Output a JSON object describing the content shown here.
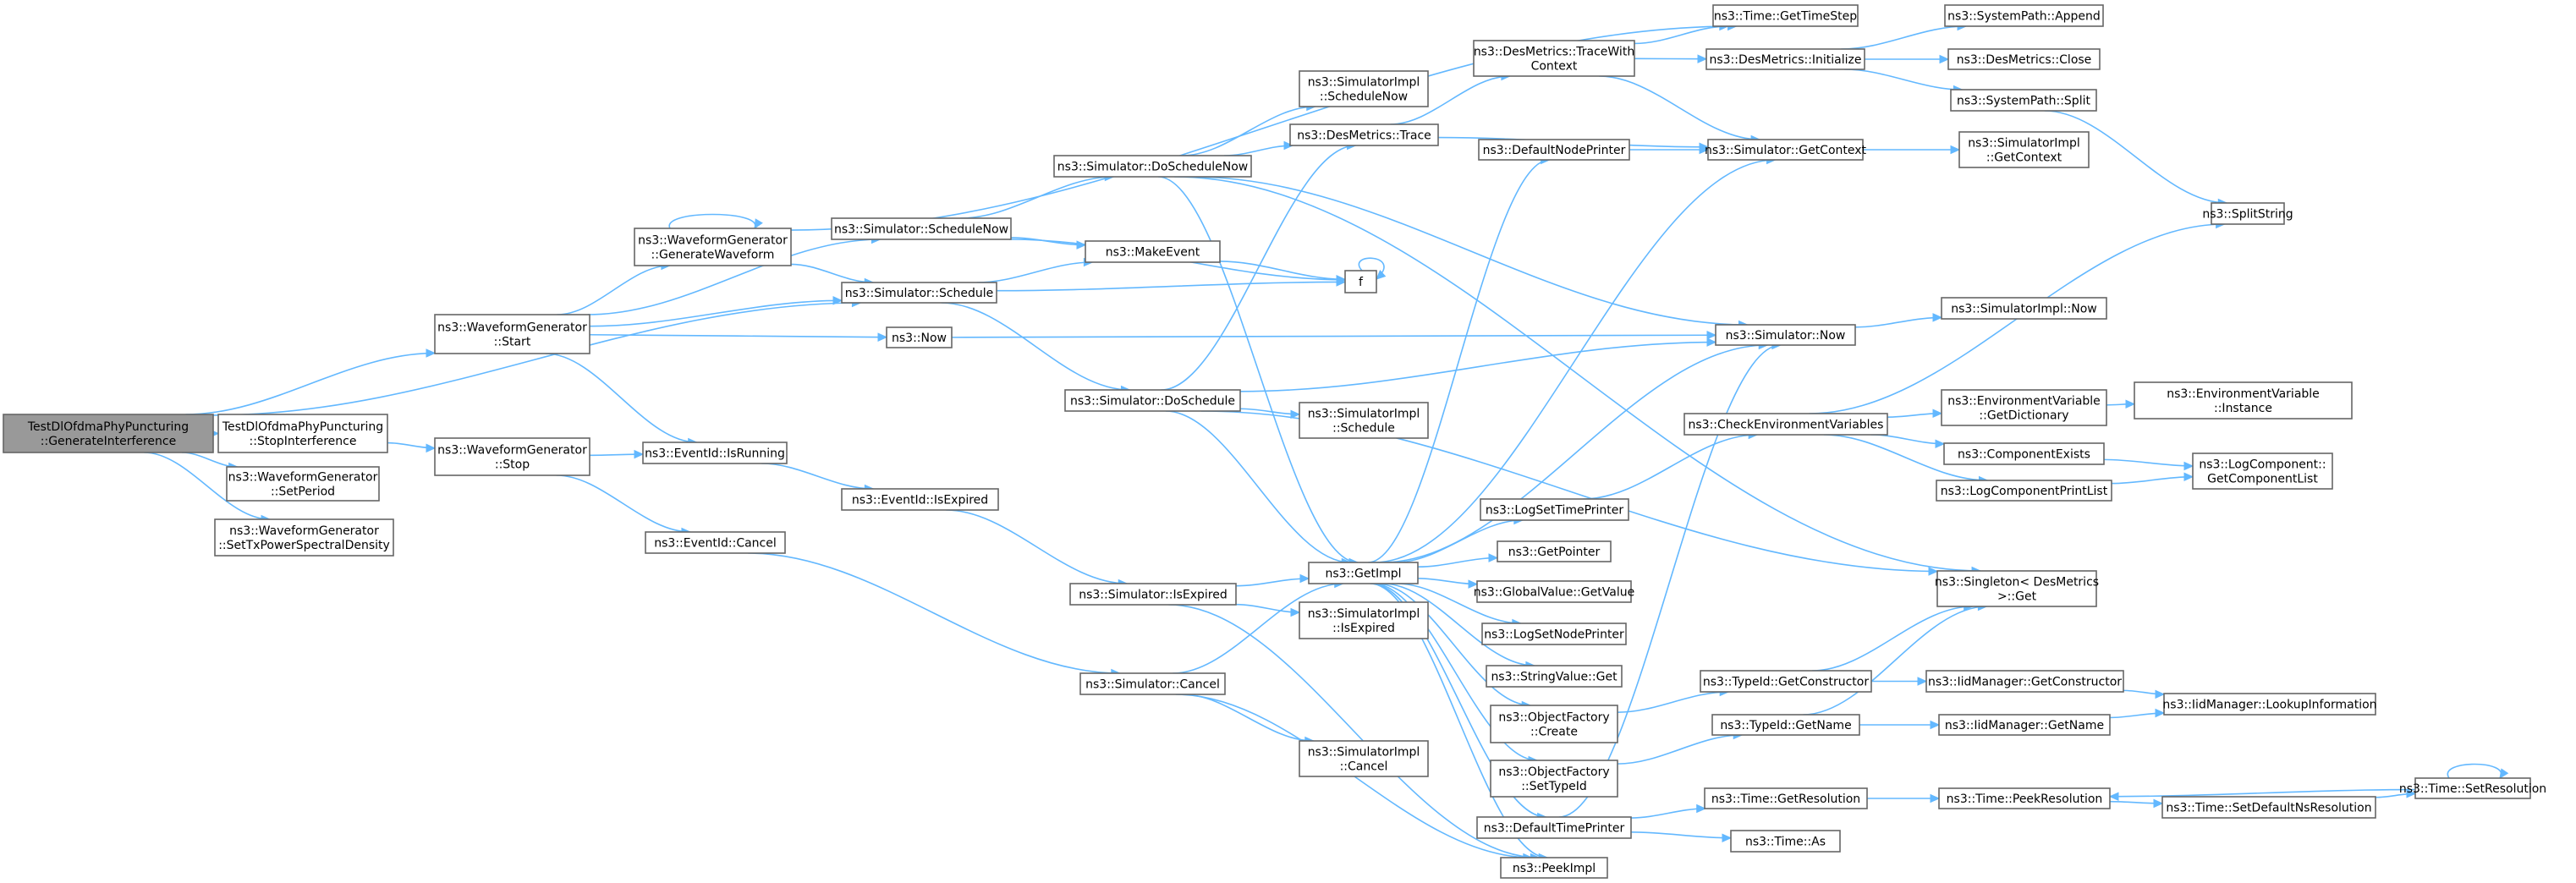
{
  "diagram": {
    "edge_color": "#63b8ff",
    "root_fill": "#999999",
    "node_border": "#666666",
    "nodes": [
      {
        "id": "root",
        "lines": [
          "TestDlOfdmaPhyPuncturing",
          "::GenerateInterference"
        ],
        "root": true
      },
      {
        "id": "wg_start",
        "lines": [
          "ns3::WaveformGenerator",
          "::Start"
        ]
      },
      {
        "id": "stop_int",
        "lines": [
          "TestDlOfdmaPhyPuncturing",
          "::StopInterference"
        ]
      },
      {
        "id": "set_period",
        "lines": [
          "ns3::WaveformGenerator",
          "::SetPeriod"
        ]
      },
      {
        "id": "set_tx",
        "lines": [
          "ns3::WaveformGenerator",
          "::SetTxPowerSpectralDensity"
        ]
      },
      {
        "id": "gen_wave",
        "lines": [
          "ns3::WaveformGenerator",
          "::GenerateWaveform"
        ]
      },
      {
        "id": "sim_sched_now",
        "lines": [
          "ns3::Simulator::ScheduleNow"
        ]
      },
      {
        "id": "sim_schedule",
        "lines": [
          "ns3::Simulator::Schedule"
        ]
      },
      {
        "id": "now",
        "lines": [
          "ns3::Now"
        ]
      },
      {
        "id": "wg_stop",
        "lines": [
          "ns3::WaveformGenerator",
          "::Stop"
        ]
      },
      {
        "id": "eid_running",
        "lines": [
          "ns3::EventId::IsRunning"
        ]
      },
      {
        "id": "eid_cancel",
        "lines": [
          "ns3::EventId::Cancel"
        ]
      },
      {
        "id": "eid_expired",
        "lines": [
          "ns3::EventId::IsExpired"
        ]
      },
      {
        "id": "do_sched_now",
        "lines": [
          "ns3::Simulator::DoScheduleNow"
        ]
      },
      {
        "id": "make_event",
        "lines": [
          "ns3::MakeEvent"
        ]
      },
      {
        "id": "f",
        "lines": [
          "f"
        ]
      },
      {
        "id": "do_schedule",
        "lines": [
          "ns3::Simulator::DoSchedule"
        ]
      },
      {
        "id": "sim_is_expired",
        "lines": [
          "ns3::Simulator::IsExpired"
        ]
      },
      {
        "id": "sim_cancel",
        "lines": [
          "ns3::Simulator::Cancel"
        ]
      },
      {
        "id": "impl_sched_now",
        "lines": [
          "ns3::SimulatorImpl",
          "::ScheduleNow"
        ]
      },
      {
        "id": "des_trace",
        "lines": [
          "ns3::DesMetrics::Trace"
        ]
      },
      {
        "id": "impl_schedule",
        "lines": [
          "ns3::SimulatorImpl",
          "::Schedule"
        ]
      },
      {
        "id": "get_impl",
        "lines": [
          "ns3::GetImpl"
        ]
      },
      {
        "id": "impl_is_expired",
        "lines": [
          "ns3::SimulatorImpl",
          "::IsExpired"
        ]
      },
      {
        "id": "impl_cancel",
        "lines": [
          "ns3::SimulatorImpl",
          "::Cancel"
        ]
      },
      {
        "id": "des_trace_ctx",
        "lines": [
          "ns3::DesMetrics::TraceWith",
          "Context"
        ]
      },
      {
        "id": "default_node_printer",
        "lines": [
          "ns3::DefaultNodePrinter"
        ]
      },
      {
        "id": "log_set_time_printer",
        "lines": [
          "ns3::LogSetTimePrinter"
        ]
      },
      {
        "id": "get_pointer",
        "lines": [
          "ns3::GetPointer"
        ]
      },
      {
        "id": "gv_get_value",
        "lines": [
          "ns3::GlobalValue::GetValue"
        ]
      },
      {
        "id": "log_set_node_printer",
        "lines": [
          "ns3::LogSetNodePrinter"
        ]
      },
      {
        "id": "string_value_get",
        "lines": [
          "ns3::StringValue::Get"
        ]
      },
      {
        "id": "of_create",
        "lines": [
          "ns3::ObjectFactory",
          "::Create"
        ]
      },
      {
        "id": "of_set_type",
        "lines": [
          "ns3::ObjectFactory",
          "::SetTypeId"
        ]
      },
      {
        "id": "default_time_printer",
        "lines": [
          "ns3::DefaultTimePrinter"
        ]
      },
      {
        "id": "peek_impl",
        "lines": [
          "ns3::PeekImpl"
        ]
      },
      {
        "id": "time_get_step",
        "lines": [
          "ns3::Time::GetTimeStep"
        ]
      },
      {
        "id": "des_init",
        "lines": [
          "ns3::DesMetrics::Initialize"
        ]
      },
      {
        "id": "sim_get_context",
        "lines": [
          "ns3::Simulator::GetContext"
        ]
      },
      {
        "id": "sim_now",
        "lines": [
          "ns3::Simulator::Now"
        ]
      },
      {
        "id": "check_env",
        "lines": [
          "ns3::CheckEnvironmentVariables"
        ]
      },
      {
        "id": "singleton_get",
        "lines": [
          "ns3::Singleton< DesMetrics",
          ">::Get"
        ]
      },
      {
        "id": "typeid_get_ctor",
        "lines": [
          "ns3::TypeId::GetConstructor"
        ]
      },
      {
        "id": "typeid_get_name",
        "lines": [
          "ns3::TypeId::GetName"
        ]
      },
      {
        "id": "time_get_res",
        "lines": [
          "ns3::Time::GetResolution"
        ]
      },
      {
        "id": "time_as",
        "lines": [
          "ns3::Time::As"
        ]
      },
      {
        "id": "sp_append",
        "lines": [
          "ns3::SystemPath::Append"
        ]
      },
      {
        "id": "des_close",
        "lines": [
          "ns3::DesMetrics::Close"
        ]
      },
      {
        "id": "sp_split",
        "lines": [
          "ns3::SystemPath::Split"
        ]
      },
      {
        "id": "impl_get_context",
        "lines": [
          "ns3::SimulatorImpl",
          "::GetContext"
        ]
      },
      {
        "id": "impl_now",
        "lines": [
          "ns3::SimulatorImpl::Now"
        ]
      },
      {
        "id": "env_get_dict",
        "lines": [
          "ns3::EnvironmentVariable",
          "::GetDictionary"
        ]
      },
      {
        "id": "comp_exists",
        "lines": [
          "ns3::ComponentExists"
        ]
      },
      {
        "id": "log_comp_print",
        "lines": [
          "ns3::LogComponentPrintList"
        ]
      },
      {
        "id": "iid_get_ctor",
        "lines": [
          "ns3::IidManager::GetConstructor"
        ]
      },
      {
        "id": "iid_get_name",
        "lines": [
          "ns3::IidManager::GetName"
        ]
      },
      {
        "id": "time_peek_res",
        "lines": [
          "ns3::Time::PeekResolution"
        ]
      },
      {
        "id": "time_set_default",
        "lines": [
          "ns3::Time::SetDefaultNsResolution"
        ]
      },
      {
        "id": "split_string",
        "lines": [
          "ns3::SplitString"
        ]
      },
      {
        "id": "env_instance",
        "lines": [
          "ns3::EnvironmentVariable",
          "::Instance"
        ]
      },
      {
        "id": "log_get_comp_list",
        "lines": [
          "ns3::LogComponent::",
          "GetComponentList"
        ]
      },
      {
        "id": "iid_lookup",
        "lines": [
          "ns3::IidManager::LookupInformation"
        ]
      },
      {
        "id": "time_set_res",
        "lines": [
          "ns3::Time::SetResolution"
        ]
      }
    ],
    "edges": [
      [
        "root",
        "wg_start"
      ],
      [
        "root",
        "sim_schedule"
      ],
      [
        "root",
        "stop_int"
      ],
      [
        "root",
        "set_period"
      ],
      [
        "root",
        "set_tx"
      ],
      [
        "wg_start",
        "gen_wave"
      ],
      [
        "wg_start",
        "sim_sched_now"
      ],
      [
        "wg_start",
        "sim_schedule"
      ],
      [
        "wg_start",
        "now"
      ],
      [
        "wg_start",
        "eid_running"
      ],
      [
        "stop_int",
        "wg_stop"
      ],
      [
        "gen_wave",
        "gen_wave"
      ],
      [
        "gen_wave",
        "time_get_step"
      ],
      [
        "gen_wave",
        "sim_schedule"
      ],
      [
        "sim_sched_now",
        "do_sched_now"
      ],
      [
        "sim_sched_now",
        "make_event"
      ],
      [
        "sim_sched_now",
        "f"
      ],
      [
        "sim_schedule",
        "make_event"
      ],
      [
        "sim_schedule",
        "f"
      ],
      [
        "sim_schedule",
        "do_schedule"
      ],
      [
        "now",
        "sim_now"
      ],
      [
        "wg_stop",
        "eid_running"
      ],
      [
        "wg_stop",
        "eid_cancel"
      ],
      [
        "eid_running",
        "eid_expired"
      ],
      [
        "eid_cancel",
        "sim_cancel"
      ],
      [
        "eid_expired",
        "sim_is_expired"
      ],
      [
        "make_event",
        "f"
      ],
      [
        "f",
        "f"
      ],
      [
        "do_sched_now",
        "impl_sched_now"
      ],
      [
        "do_sched_now",
        "des_trace"
      ],
      [
        "do_sched_now",
        "get_impl"
      ],
      [
        "do_sched_now",
        "sim_now"
      ],
      [
        "do_sched_now",
        "singleton_get"
      ],
      [
        "do_schedule",
        "des_trace"
      ],
      [
        "do_schedule",
        "sim_now"
      ],
      [
        "do_schedule",
        "impl_schedule"
      ],
      [
        "do_schedule",
        "get_impl"
      ],
      [
        "do_schedule",
        "singleton_get"
      ],
      [
        "sim_is_expired",
        "get_impl"
      ],
      [
        "sim_is_expired",
        "impl_is_expired"
      ],
      [
        "sim_is_expired",
        "peek_impl"
      ],
      [
        "sim_cancel",
        "get_impl"
      ],
      [
        "sim_cancel",
        "impl_cancel"
      ],
      [
        "sim_cancel",
        "peek_impl"
      ],
      [
        "des_trace",
        "des_trace_ctx"
      ],
      [
        "des_trace",
        "sim_get_context"
      ],
      [
        "des_trace_ctx",
        "time_get_step"
      ],
      [
        "des_trace_ctx",
        "des_init"
      ],
      [
        "des_trace_ctx",
        "sim_get_context"
      ],
      [
        "des_init",
        "sp_append"
      ],
      [
        "des_init",
        "des_close"
      ],
      [
        "des_init",
        "sp_split"
      ],
      [
        "sp_split",
        "split_string"
      ],
      [
        "get_impl",
        "default_node_printer"
      ],
      [
        "get_impl",
        "sim_now"
      ],
      [
        "get_impl",
        "log_set_time_printer"
      ],
      [
        "get_impl",
        "get_pointer"
      ],
      [
        "get_impl",
        "gv_get_value"
      ],
      [
        "get_impl",
        "log_set_node_printer"
      ],
      [
        "get_impl",
        "string_value_get"
      ],
      [
        "get_impl",
        "of_create"
      ],
      [
        "get_impl",
        "of_set_type"
      ],
      [
        "get_impl",
        "default_time_printer"
      ],
      [
        "get_impl",
        "peek_impl"
      ],
      [
        "get_impl",
        "sim_get_context"
      ],
      [
        "default_node_printer",
        "sim_get_context"
      ],
      [
        "sim_get_context",
        "impl_get_context"
      ],
      [
        "sim_now",
        "impl_now"
      ],
      [
        "log_set_time_printer",
        "check_env"
      ],
      [
        "check_env",
        "split_string"
      ],
      [
        "check_env",
        "env_get_dict"
      ],
      [
        "check_env",
        "comp_exists"
      ],
      [
        "check_env",
        "log_comp_print"
      ],
      [
        "env_get_dict",
        "env_instance"
      ],
      [
        "comp_exists",
        "log_get_comp_list"
      ],
      [
        "log_comp_print",
        "log_get_comp_list"
      ],
      [
        "of_create",
        "typeid_get_ctor"
      ],
      [
        "of_set_type",
        "typeid_get_name"
      ],
      [
        "typeid_get_ctor",
        "singleton_get"
      ],
      [
        "typeid_get_ctor",
        "iid_get_ctor"
      ],
      [
        "typeid_get_name",
        "singleton_get"
      ],
      [
        "typeid_get_name",
        "iid_get_name"
      ],
      [
        "iid_get_ctor",
        "iid_lookup"
      ],
      [
        "iid_get_name",
        "iid_lookup"
      ],
      [
        "default_time_printer",
        "sim_now"
      ],
      [
        "default_time_printer",
        "time_get_res"
      ],
      [
        "default_time_printer",
        "time_as"
      ],
      [
        "time_get_res",
        "time_peek_res"
      ],
      [
        "time_peek_res",
        "time_set_default"
      ],
      [
        "time_set_default",
        "time_set_res"
      ],
      [
        "time_set_res",
        "time_peek_res"
      ],
      [
        "time_set_res",
        "time_set_res"
      ]
    ]
  }
}
